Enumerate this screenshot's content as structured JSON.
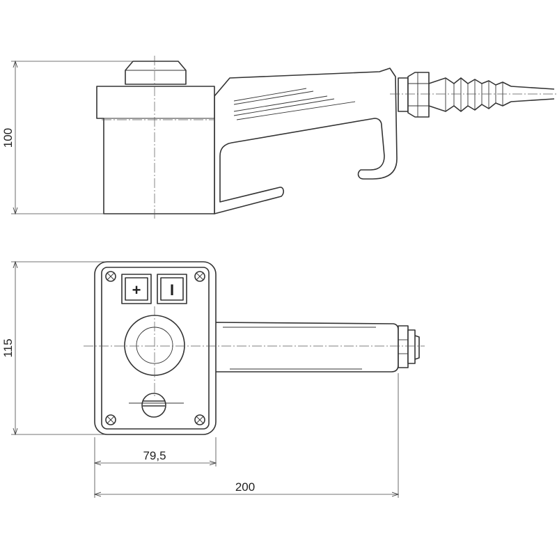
{
  "dimensions": {
    "side_height": "100",
    "front_height": "115",
    "housing_width": "79,5",
    "total_length": "200"
  },
  "buttons": {
    "plus_symbol": "+",
    "on_symbol": "I"
  }
}
